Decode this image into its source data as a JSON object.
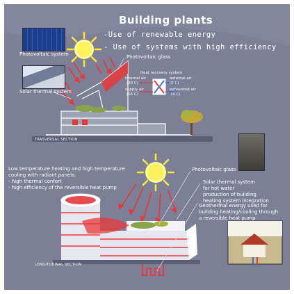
{
  "title": "Building plants",
  "bullets": [
    "-Use of renewable energy",
    "- Use of systems with high efficiency"
  ],
  "transversal": {
    "labels": {
      "photovoltaic_system": "Photovoltaic system",
      "solar_thermal_system": "Solar thermal system",
      "photovoltaic_glass": "Photovoltaic glass",
      "heat_recovery_system": "Heat recovery system",
      "internal_air": "internal air",
      "internal_air_temp": "(20 C)",
      "external_air": "external air",
      "external_air_temp": "(0 C)",
      "supply_air": "supply air",
      "supply_air_temp": "(16 C)",
      "exhausted_air": "exhausted air",
      "exhausted_air_temp": "(4 C)",
      "section": "TRASVERSAL SECTION"
    }
  },
  "longitudinal": {
    "labels": {
      "radiant_heading": "Low temperature heating and high temperature",
      "radiant_line2": "cooling with radiant panels:",
      "radiant_line3": "- high thermal confort",
      "radiant_line4": "- high efficiency of the reversible heat pump",
      "photovoltaic_glass": "Photovoltaic glass",
      "solar_thermal_1": "Solar thermal system",
      "solar_thermal_2": "for hot water",
      "solar_thermal_3": "production of building",
      "solar_thermal_4": "heating system integration",
      "geothermal_1": "Geothermal energy used for",
      "geothermal_2": "building heating/cooling  through",
      "geothermal_3": "a reversible heat pump",
      "section": "LONGITUDINAL SECTION"
    }
  },
  "colors": {
    "background": "#7d7f96",
    "sun": "#ffe62e",
    "energy_arrows": "#e8383a",
    "building": "#ffffff",
    "ground": "#6a6c83"
  },
  "icons": [
    "sun-icon",
    "energy-arrow-icon",
    "heat-exchanger-icon",
    "tree-icon",
    "geothermal-pipe-icon"
  ]
}
